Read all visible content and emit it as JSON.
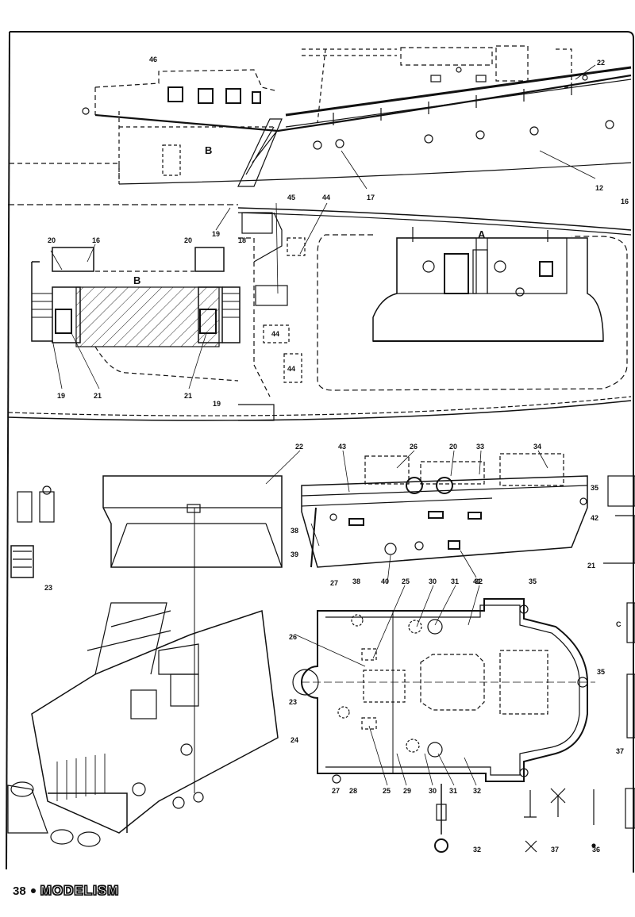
{
  "page": {
    "number": "38",
    "magazine": "MODELISM"
  },
  "panels": {
    "top_profile": {
      "labels": {
        "l46": "46",
        "l22": "22",
        "lB": "B",
        "l17": "17",
        "l12": "12",
        "l16": "16"
      }
    },
    "deck_plan": {
      "labels": {
        "l20a": "20",
        "l16": "16",
        "lB": "B",
        "l20b": "20",
        "l19a": "19",
        "l18": "18",
        "l45": "45",
        "l44a": "44",
        "l44b": "44",
        "l44c": "44",
        "lA": "A",
        "l19b": "19",
        "l21a": "21",
        "l21b": "21",
        "l19c": "19"
      }
    },
    "details": {
      "labels": {
        "l22": "22",
        "l43": "43",
        "l26": "26",
        "l20": "20",
        "l33": "33",
        "l34": "34",
        "l35a": "35",
        "l42": "42",
        "l38a": "38",
        "l39": "39",
        "l40": "40",
        "l41": "41",
        "l21": "21",
        "l23a": "23",
        "l27a": "27",
        "l38b": "38",
        "l25a": "25",
        "l30a": "30",
        "l31a": "31",
        "l32a": "32",
        "l35b": "35",
        "l26b": "26",
        "lC": "C",
        "l35c": "35",
        "l23b": "23",
        "l24": "24",
        "l37a": "37",
        "l27b": "27",
        "l28": "28",
        "l25b": "25",
        "l29": "29",
        "l30b": "30",
        "l31b": "31",
        "l32b": "32",
        "l32c": "32",
        "l37b": "37",
        "l36": "36"
      }
    }
  }
}
